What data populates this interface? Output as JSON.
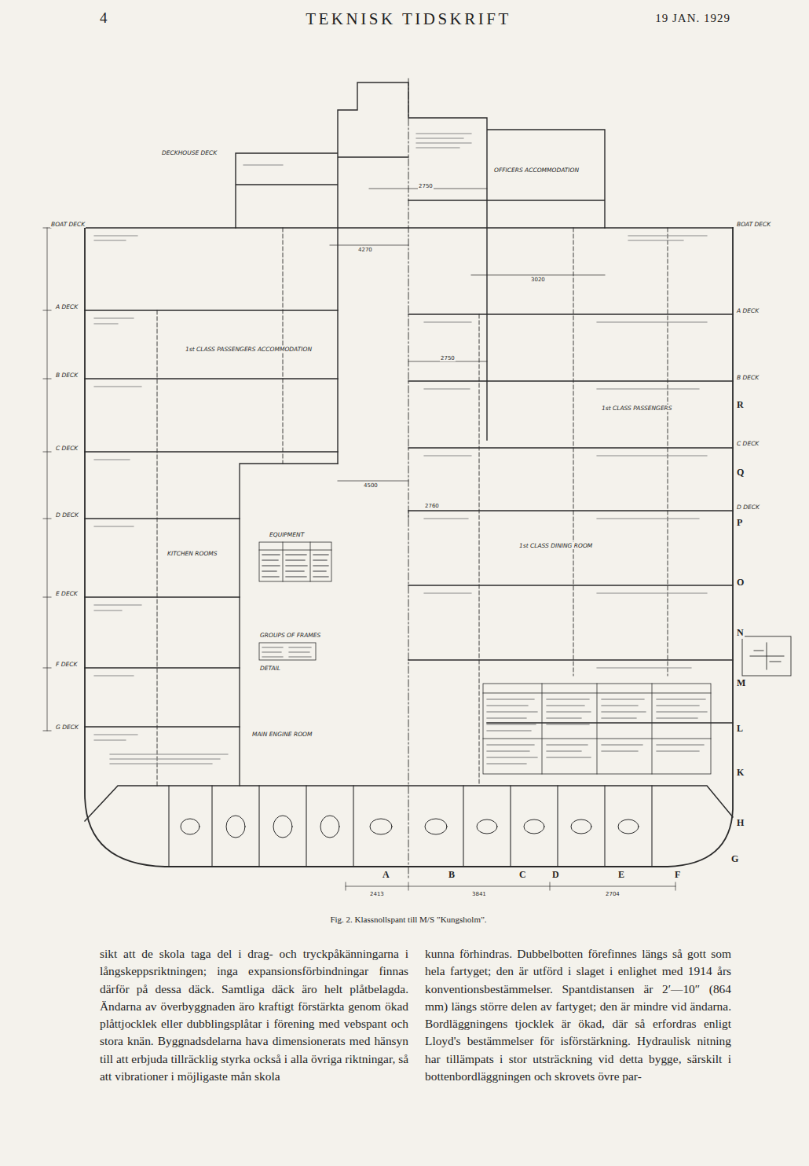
{
  "diagram": {
    "title": "TEKNISK TIDSKRIFT",
    "caption": "Fig. 2. Klassnollspant till M/S ”Kungsholm”.",
    "labels": [
      "4",
      "19 JAN. 1929",
      "sikt att de skola taga del i drag- och tryckpåkänningarna i långskeppsriktningen; inga expansionsförbindningar finnas därför på dessa däck. Samtliga däck äro helt plåtbelagda. Ändarna av överbyggnaden äro kraftigt förstärkta genom ökad plåttjocklek eller dubblingsplåtar i förening med vebspant och stora knän. Byggnadsdelarna hava dimensionerats med hänsyn till att erbjuda tillräcklig styrka också i alla övriga riktningar, så att vibrationer i möjligaste mån skola",
      "kunna förhindras. Dubbelbotten förefinnes längs så gott som hela fartyget; den är utförd i slaget i enlighet med 1914 års konventionsbestämmelser. Spantdistansen är 2′—10″ (864 mm) längs större delen av fartyget; den är mindre vid ändarna. Bordläggningens tjocklek är ökad, där så erfordras enligt Lloyd's bestämmelser för isförstärkning. Hydraulisk nitning har tillämpats i stor utsträckning vid detta bygge, särskilt i bottenbordläggningen och skrovets övre par-",
      "BOAT DECK",
      "BOAT DECK",
      "A DECK",
      "A DECK",
      "B DECK",
      "B DECK",
      "C DECK",
      "C DECK",
      "D DECK",
      "D DECK",
      "E DECK",
      "F DECK",
      "G DECK",
      "DECKHOUSE DECK",
      "OFFICERS ACCOMMODATION",
      "1st CLASS PASSENGERS ACCOMMODATION",
      "1st CLASS PASSENGERS",
      "1st CLASS DINING ROOM",
      "KITCHEN ROOMS",
      "EQUIPMENT",
      "GROUPS OF FRAMES",
      "DETAIL",
      "MAIN ENGINE ROOM",
      "2750",
      "4270",
      "3020",
      "4500",
      "2760",
      "2750",
      "R",
      "Q",
      "P",
      "O",
      "N",
      "M",
      "L",
      "K",
      "H",
      "G",
      "A",
      "B",
      "C",
      "D",
      "E",
      "F",
      "2413",
      "3841",
      "2704"
    ]
  }
}
